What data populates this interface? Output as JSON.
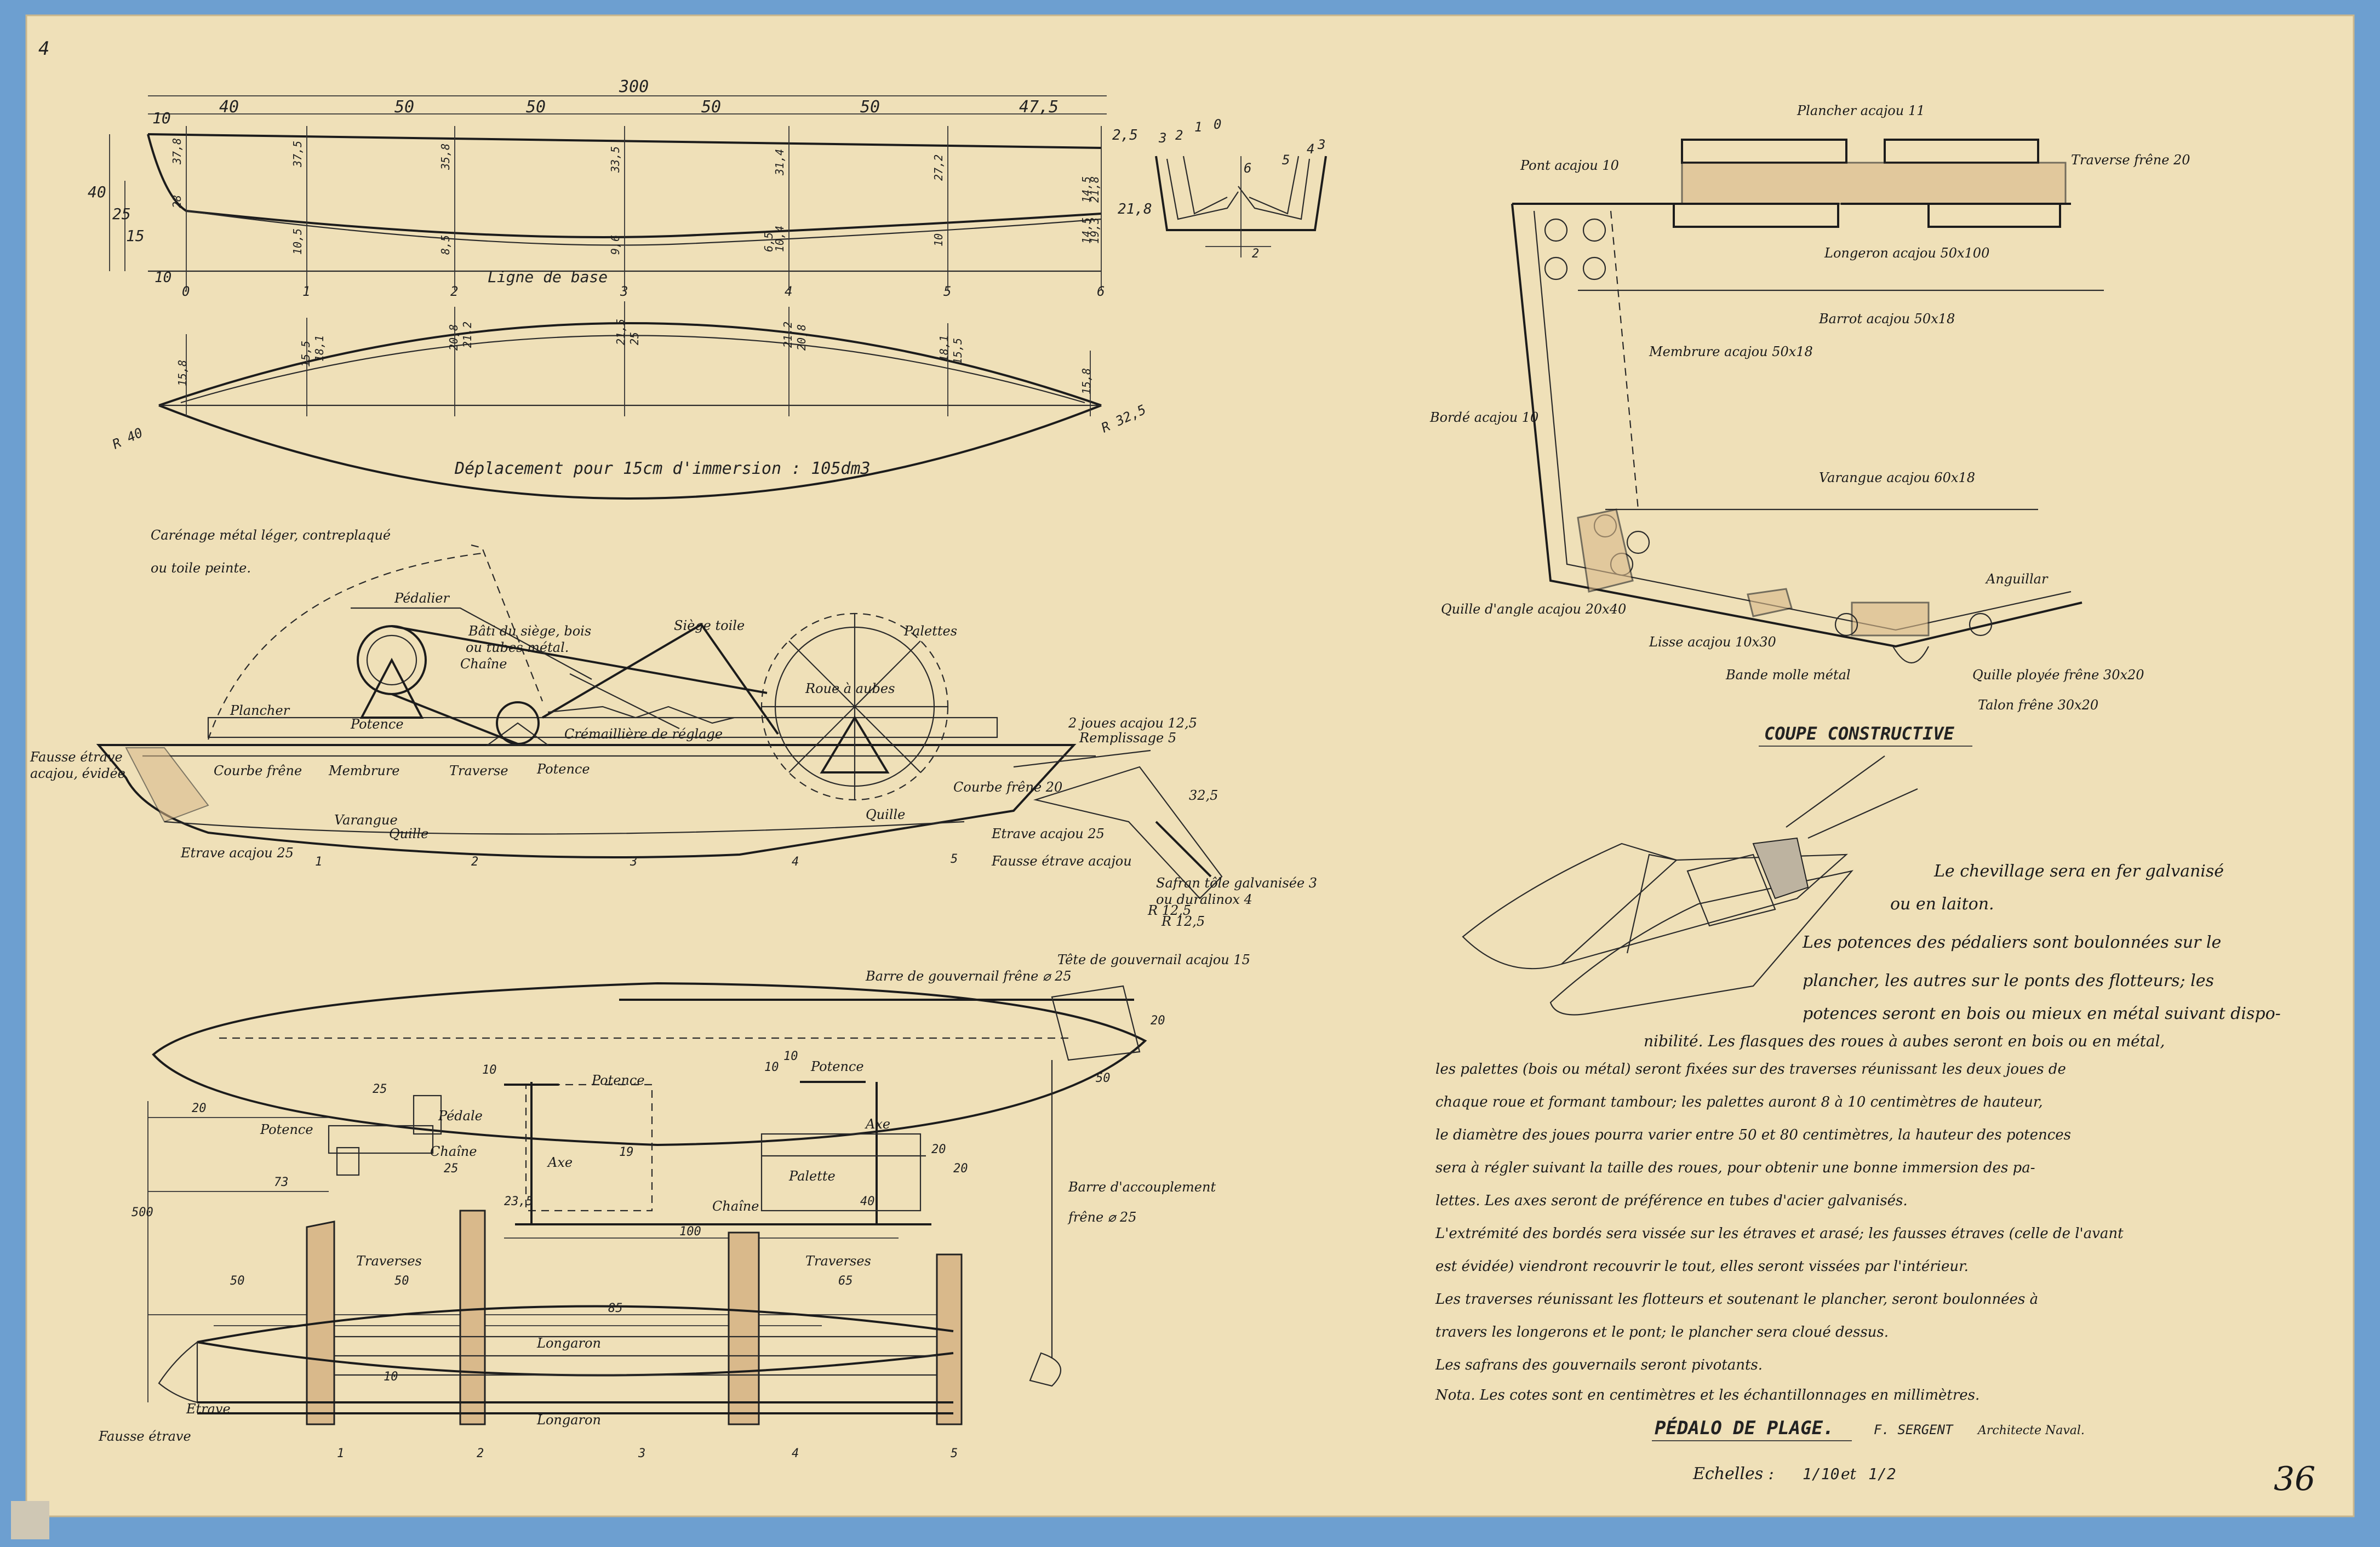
{
  "colors": {
    "border": "#6d9fd0",
    "paper": "#efe0b8",
    "ink": "#1c1c1c",
    "wood": "#d9b98b"
  },
  "corner_mark": "4",
  "sheet_number": "36",
  "profile": {
    "dims_top": [
      "10",
      "40",
      "50",
      "50",
      "50",
      "50",
      "47,5"
    ],
    "overall": "300",
    "height_left": [
      "40",
      "25",
      "15"
    ],
    "height_right": [
      "2,5",
      "21,8"
    ],
    "bottom_left": "10",
    "stations": [
      "0",
      "1",
      "2",
      "3",
      "4",
      "5",
      "6"
    ],
    "ordinates_upper": [
      "37,8",
      "37,5",
      "35,8",
      "33,5",
      "31,4",
      "27,2",
      "14,5",
      "21,8"
    ],
    "ordinates_lower": [
      "28",
      "10,5",
      "8,5",
      "9,6",
      "10,4",
      "6,5",
      "10",
      "14,5",
      "19,3"
    ],
    "base_line": "Ligne de base"
  },
  "plan_view": {
    "ordinates": [
      "15,8",
      "15,5",
      "18,1",
      "20,8",
      "21,2",
      "21,5",
      "25",
      "21,2",
      "20,8",
      "18,1",
      "15,5",
      "15,8"
    ],
    "left_label": "R 40",
    "right_label": "R 32,5",
    "displacement": "Déplacement pour 15cm d'immersion : 105dm3"
  },
  "body_plan": {
    "labels_left": [
      "3",
      "2",
      "1",
      "0"
    ],
    "labels_right": [
      "6",
      "5",
      "4",
      "3"
    ],
    "bottom": "2"
  },
  "elevation": {
    "labels": [
      "Carénage métal léger, contreplaqué",
      "ou toile peinte.",
      "Pédalier",
      "Bâti du siège, bois",
      "ou tubes métal.",
      "Siège toile",
      "Palettes",
      "Chaîne",
      "Roue à aubes",
      "Plancher",
      "Potence",
      "Crémaillière de réglage",
      "Potence",
      "2 joues acajou 12,5",
      "Remplissage 5",
      "Fausse étrave",
      "acajou, évidée",
      "Courbe frêne",
      "Membrure",
      "Traverse",
      "Courbe frêne 20",
      "Varangue",
      "Quille",
      "Quille",
      "Etrave acajou 25",
      "Etrave acajou 25",
      "Fausse étrave acajou",
      "Safran tôle galvanisée 3",
      "ou duralinox 4",
      "32,5",
      "R 12,5",
      "R 12,5"
    ],
    "stations": [
      "1",
      "2",
      "3",
      "4",
      "5"
    ]
  },
  "plan_bottom": {
    "labels": [
      "Tête de gouvernail acajou 15",
      "Barre de gouvernail frêne ⌀ 25",
      "Potence",
      "Potence",
      "Pédale",
      "Potence",
      "Chaîne",
      "Axe",
      "Axe",
      "Palette",
      "Chaîne",
      "Barre d'accouplement",
      "frêne ⌀ 25",
      "Traverses",
      "Traverses",
      "Longaron",
      "Longaron",
      "Etrave",
      "Fausse étrave"
    ],
    "dims": [
      "20",
      "73",
      "25",
      "25",
      "23,5",
      "19",
      "10",
      "20",
      "40",
      "100",
      "50",
      "20",
      "10",
      "10",
      "20",
      "500",
      "50",
      "50",
      "85",
      "65",
      "10"
    ],
    "stations": [
      "1",
      "2",
      "3",
      "4",
      "5"
    ]
  },
  "section": {
    "title": "COUPE CONSTRUCTIVE",
    "labels": [
      "Plancher acajou 11",
      "Traverse frêne 20",
      "Pont acajou 10",
      "Longeron acajou 50x100",
      "Barrot acajou 50x18",
      "Membrure acajou 50x18",
      "Bordé acajou 10",
      "Varangue acajou 60x18",
      "Anguillar",
      "Quille d'angle acajou 20x40",
      "Lisse acajou 10x30",
      "Bande molle métal",
      "Quille ployée frêne 30x20",
      "Talon frêne 30x20"
    ]
  },
  "notes": {
    "lines": [
      "Le chevillage sera en fer galvanisé",
      "ou en laiton.",
      "Les potences des pédaliers sont boulonnées sur le",
      "plancher, les autres sur le ponts des flotteurs; les",
      "potences seront en bois ou mieux en métal suivant dispo-",
      "nibilité. Les flasques des roues à aubes seront en bois ou en métal,",
      "les palettes (bois ou métal) seront fixées sur des traverses réunissant les deux joues de",
      "chaque roue et formant tambour; les palettes auront 8 à 10 centimètres de hauteur,",
      "le diamètre des joues pourra varier entre 50 et 80 centimètres, la hauteur des potences",
      "sera à régler suivant la taille des roues, pour obtenir une bonne immersion des pa-",
      "lettes. Les axes seront de préférence en tubes d'acier galvanisés.",
      "L'extrémité des bordés sera vissée sur les étraves et arasé; les fausses étraves (celle de l'avant",
      "est évidée) viendront recouvrir le tout, elles seront vissées par l'intérieur.",
      "Les traverses réunissant les flotteurs et soutenant le plancher, seront boulonnées à",
      "travers les longerons et le pont; le plancher sera cloué dessus.",
      "Les safrans des gouvernails seront pivotants."
    ],
    "note": "Nota. Les cotes sont en centimètres et les échantillonnages en millimètres."
  },
  "title_block": {
    "title": "PÉDALO DE PLAGE.",
    "author": "F. SERGENT",
    "role": "Architecte Naval.",
    "scale_label": "Echelles :",
    "scale_a": "1/10",
    "scale_join": "et",
    "scale_b": "1/2"
  }
}
